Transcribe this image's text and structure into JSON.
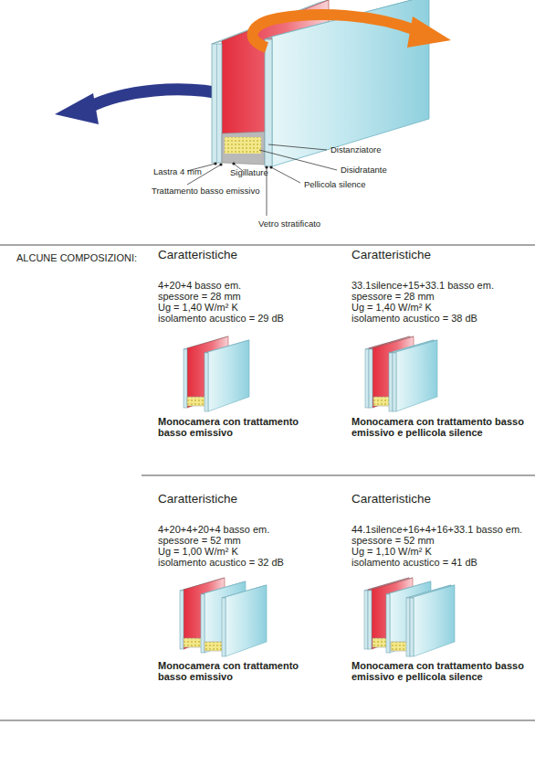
{
  "diagram": {
    "labels": [
      "Distanziatore",
      "Lastra 4 mm",
      "Sigillature",
      "Disidratante",
      "Trattamento basso emissivo",
      "Pellicola silence",
      "Vetro stratificato",
      "ALCUNE COMPOSIZIONI:",
      "Caratteristiche",
      "4+20+4 basso em.",
      "spessore = 28 mm",
      "Ug = 1,40 W/m² K",
      "isolamento acustico = 29 dB",
      "Monocamera con trattamento basso emissivo",
      "Caratteristiche",
      "33.1silence+15+33.1 basso em.",
      "spessore = 28 mm",
      "Ug = 1,40 W/m² K",
      "isolamento acustico = 38 dB",
      "Monocamera con trattamento basso emissivo e pellicola silence",
      "Caratteristiche",
      "4+20+4+20+4 basso em.",
      "spessore = 52 mm",
      "Ug = 1,00 W/m² K",
      "isolamento acustico = 32 dB",
      "Monocamera con trattamento basso emissivo",
      "Caratteristiche",
      "44.1silence+16+4+16+33.1 basso em.",
      "spessore = 52 mm",
      "Ug = 1,10 W/m² K",
      "isolamento acustico = 41 dB",
      "Monocamera con trattamento basso emissivo e pellicola silence"
    ]
  }
}
